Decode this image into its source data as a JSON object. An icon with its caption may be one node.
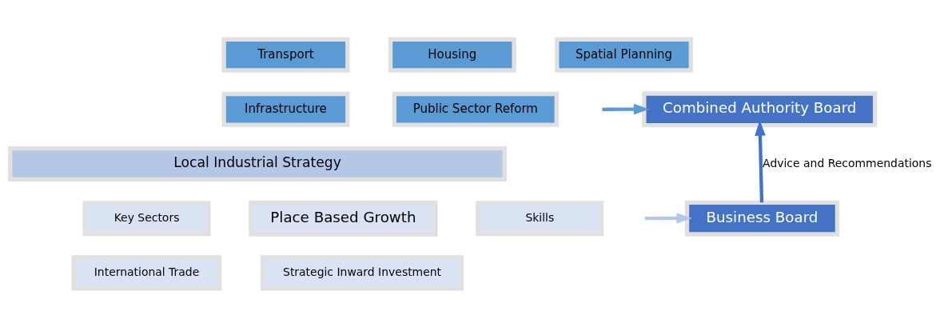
{
  "diagram": {
    "nodes": [
      {
        "text": [
          "Transport"
        ]
      },
      {
        "text": [
          "Housing"
        ]
      },
      {
        "text": [
          "Spatial Planning"
        ]
      },
      {
        "text": [
          "Infrastructure"
        ]
      },
      {
        "text": [
          "Public Sector Reform"
        ]
      },
      {
        "text": [
          "Combined Authority Board"
        ]
      },
      {
        "text": [
          "Local Industrial Strategy"
        ]
      },
      {
        "text": [
          "Key Sectors"
        ]
      },
      {
        "text": [
          "Place Based Growth"
        ]
      },
      {
        "text": [
          "Skills"
        ]
      },
      {
        "text": [
          "International Trade"
        ]
      },
      {
        "text": [
          "Strategic Inward Investment"
        ]
      },
      {
        "text": [
          "Business Board"
        ]
      }
    ],
    "edges": [
      {
        "from": null,
        "to": 5,
        "arrow": "to",
        "color": "#5b9bd5"
      },
      {
        "from": null,
        "to": 12,
        "arrow": "to",
        "color": "#b4c7e7"
      },
      {
        "from": 12,
        "to": 5,
        "arrow": "to",
        "label": "Advice and Recommendations",
        "color": "#4472c4"
      }
    ]
  }
}
